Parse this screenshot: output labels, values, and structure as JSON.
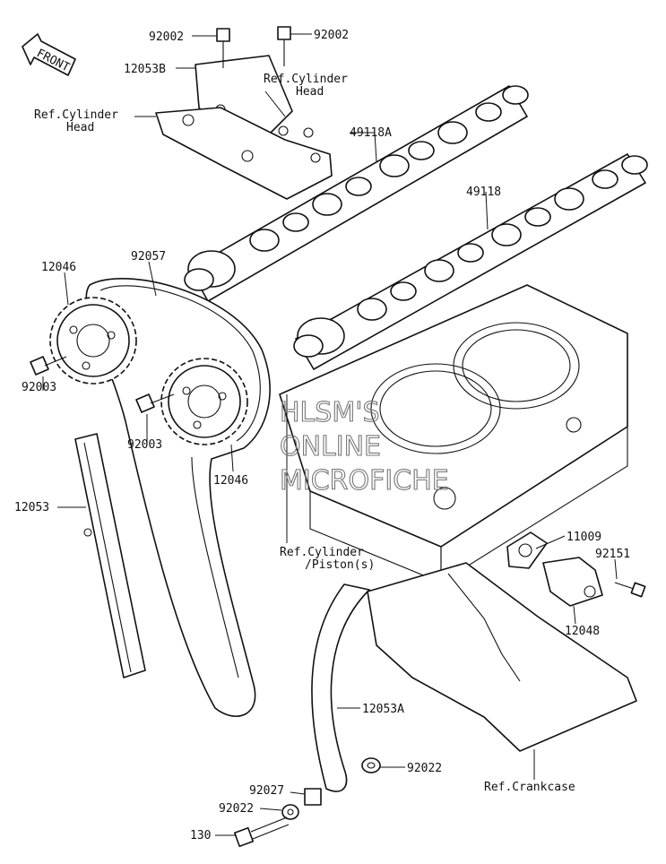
{
  "front_arrow": {
    "text": "FRONT"
  },
  "watermark": {
    "line1": "HLSM'S",
    "line2": "ONLINE",
    "line3": "MICROFICHE"
  },
  "labels": {
    "p92002_a": "92002",
    "p92002_b": "92002",
    "p12053B": "12053B",
    "ref_cyl_head_1": "Ref.Cylinder",
    "ref_cyl_head_1b": "Head",
    "ref_cyl_head_2": "Ref.Cylinder",
    "ref_cyl_head_2b": "Head",
    "p49118A": "49118A",
    "p49118": "49118",
    "p12046_a": "12046",
    "p92057": "92057",
    "p92003_a": "92003",
    "p92003_b": "92003",
    "p12046_b": "12046",
    "p12053": "12053",
    "ref_cyl_piston": "Ref.Cylinder",
    "ref_cyl_piston_b": "/Piston(s)",
    "p11009": "11009",
    "p92151": "92151",
    "p12048": "12048",
    "p12053A": "12053A",
    "p92022_a": "92022",
    "p92027": "92027",
    "p92022_b": "92022",
    "p130": "130",
    "ref_crankcase": "Ref.Crankcase"
  }
}
